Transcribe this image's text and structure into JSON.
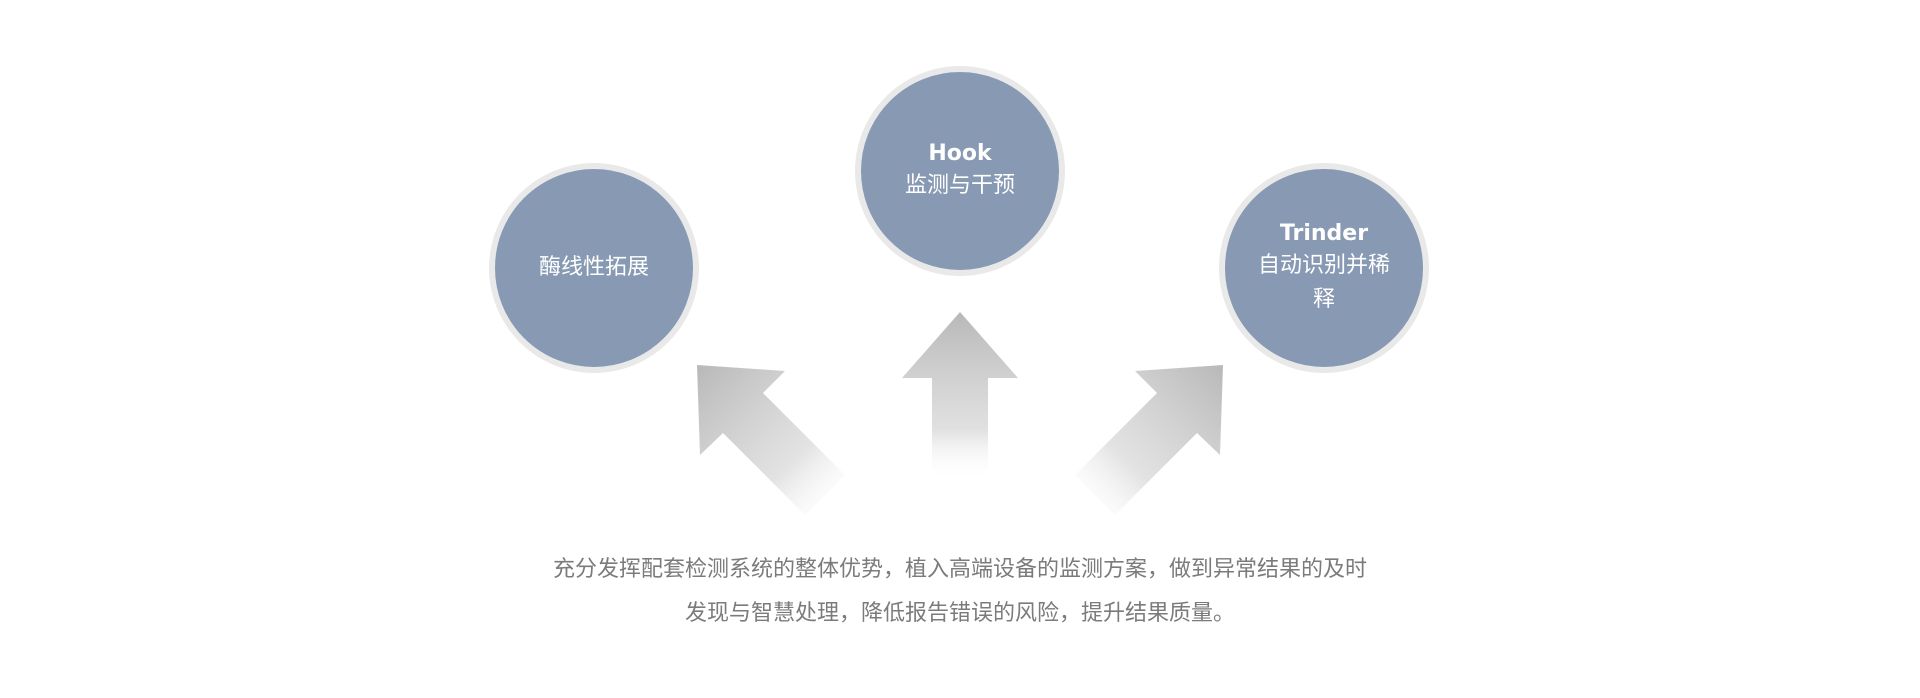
{
  "circles": {
    "left": {
      "label": "酶线性拓展"
    },
    "center": {
      "title": "Hook",
      "label": "监测与干预"
    },
    "right": {
      "title": "Trinder",
      "label": "自动识别并稀释"
    }
  },
  "caption": {
    "line1": "充分发挥配套检测系统的整体优势，植入高端设备的监测方案，做到异常结果的及时",
    "line2": "发现与智慧处理，降低报告错误的风险，提升结果质量。"
  },
  "colors": {
    "circle_fill": "#8799b3",
    "circle_ring": "#e9e9ea",
    "arrow_gray": "#bfbfbf",
    "caption_text": "#7b7b7b"
  }
}
